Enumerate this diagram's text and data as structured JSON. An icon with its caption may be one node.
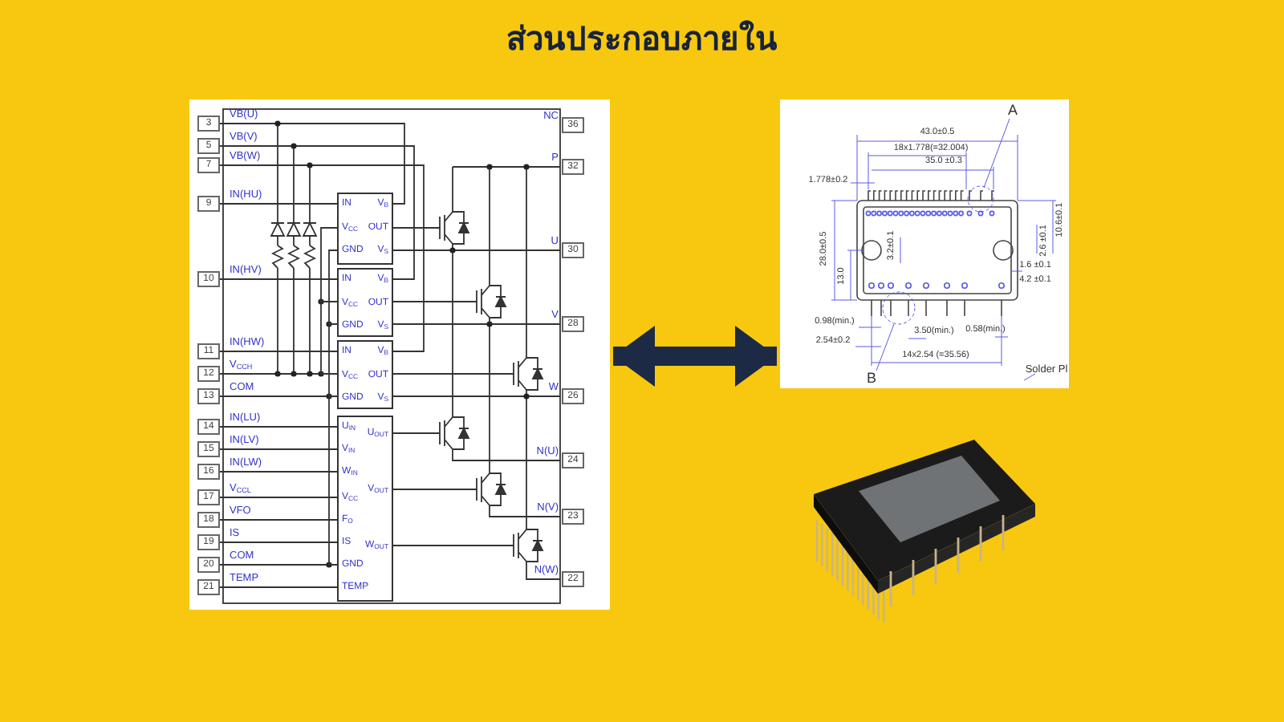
{
  "diagram": {
    "title": "ส่วนประกอบภายใน",
    "nodes": [
      {
        "text": [],
        "shape": "picture"
      },
      {
        "text": [
          "IN",
          "V$_{B}$",
          "V$_{CC}$",
          "OUT",
          "GND",
          "V$_{S}$"
        ],
        "in": 0
      },
      {
        "text": [
          "IN",
          "V$_{B}$",
          "V$_{CC}$",
          "OUT",
          "GND",
          "V$_{S}$"
        ],
        "in": 0
      },
      {
        "text": [
          "IN",
          "V$_{B}$",
          "V$_{CC}$",
          "OUT",
          "GND",
          "V$_{S}$"
        ],
        "in": 0
      },
      {
        "text": [
          "U$_{IN}$",
          "U$_{OUT}$",
          "V$_{IN}$",
          "W$_{IN}$",
          "V$_{OUT}$",
          "V$_{CC}$",
          "F$_{O}$",
          "IS",
          "W$_{OUT}$",
          "GND",
          "TEMP"
        ],
        "in": 0
      },
      {
        "text": [],
        "shape": "picture"
      },
      {
        "text": [],
        "shape": "picture"
      }
    ],
    "edges": [
      {
        "from": 0,
        "to": 5,
        "arrow": "both",
        "style": "thick",
        "color": "#1c2a45"
      },
      {
        "from": 1,
        "to": 2,
        "arrow": "none"
      },
      {
        "from": 2,
        "to": 3,
        "arrow": "none"
      },
      {
        "from": 1,
        "to": 2,
        "arrow": "none"
      },
      {
        "from": 2,
        "to": 3,
        "arrow": "none"
      },
      {
        "from": 3,
        "to": 4,
        "arrow": "none"
      }
    ],
    "labels": [
      "3",
      "VB(U)",
      "5",
      "VB(V)",
      "7",
      "VB(W)",
      "9",
      "IN(HU)",
      "10",
      "IN(HV)",
      "11",
      "IN(HW)",
      "12",
      "V$_{CCH}$",
      "13",
      "COM",
      "14",
      "IN(LU)",
      "15",
      "IN(LV)",
      "16",
      "IN(LW)",
      "17",
      "V$_{CCL}$",
      "18",
      "VFO",
      "19",
      "IS",
      "20",
      "COM",
      "21",
      "TEMP",
      "NC",
      "36",
      "P",
      "32",
      "U",
      "30",
      "V",
      "28",
      "W",
      "26",
      "N(U)",
      "24",
      "N(V)",
      "23",
      "N(W)",
      "22",
      "A",
      "43.0±0.5",
      "18x1.778(=32.004)",
      "35.0 ±0.3",
      "1.778±0.2",
      "28.0±0.5",
      "13.0",
      "3.2±0.1",
      "2.6 ±0.1",
      "10.6±0.1",
      "1.6 ±0.1",
      "4.2 ±0.1",
      "0.98(min.)",
      "2.54±0.2",
      "3.50(min.)",
      "0.58(min.)",
      "14x2.54 (=35.56)",
      "B",
      "Solder Pl"
    ]
  }
}
